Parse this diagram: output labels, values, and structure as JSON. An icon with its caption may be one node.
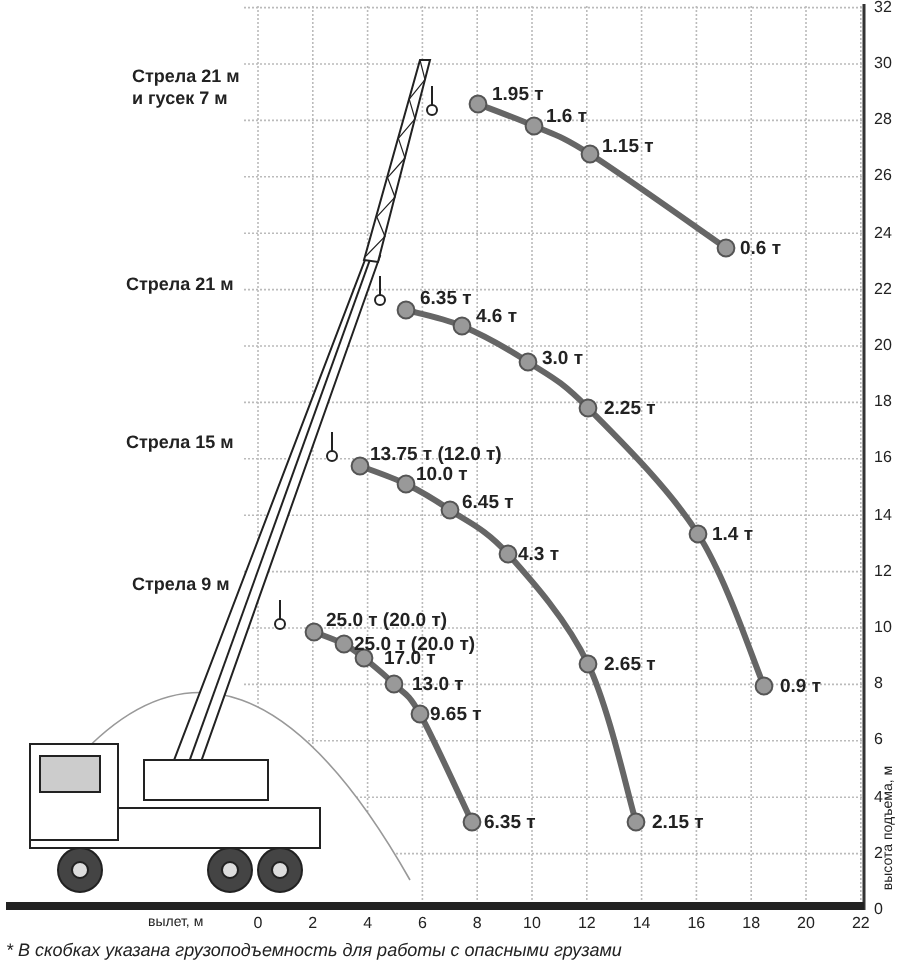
{
  "diagram": {
    "labels": [
      "Стрела 21 м и гусек 7 м",
      "1.95 т",
      "1.6 т",
      "1.15 т",
      "0.6 т",
      "Стрела 21 м",
      "6.35 т",
      "4.6 т",
      "3.0 т",
      "2.25 т",
      "1.4 т",
      "0.9 т",
      "Стрела 15 м",
      "13.75 т (12.0 т)",
      "10.0 т",
      "6.45 т",
      "4.3 т",
      "2.65 т",
      "2.15 т",
      "Стрела 9 м",
      "25.0 т (20.0 т)",
      "25.0 т (20.0 т)",
      "17.0 т",
      "13.0 т",
      "9.65 т",
      "6.35 т",
      "32",
      "30",
      "28",
      "26",
      "24",
      "22",
      "20",
      "18",
      "16",
      "14",
      "12",
      "10",
      "8",
      "6",
      "4",
      "2",
      "0",
      "высота подъема, м",
      "вылет, м",
      "0",
      "2",
      "4",
      "6",
      "8",
      "10",
      "12",
      "14",
      "16",
      "18",
      "20",
      "22",
      "* В скобках указана грузоподъемность для работы с опасными грузами"
    ]
  }
}
